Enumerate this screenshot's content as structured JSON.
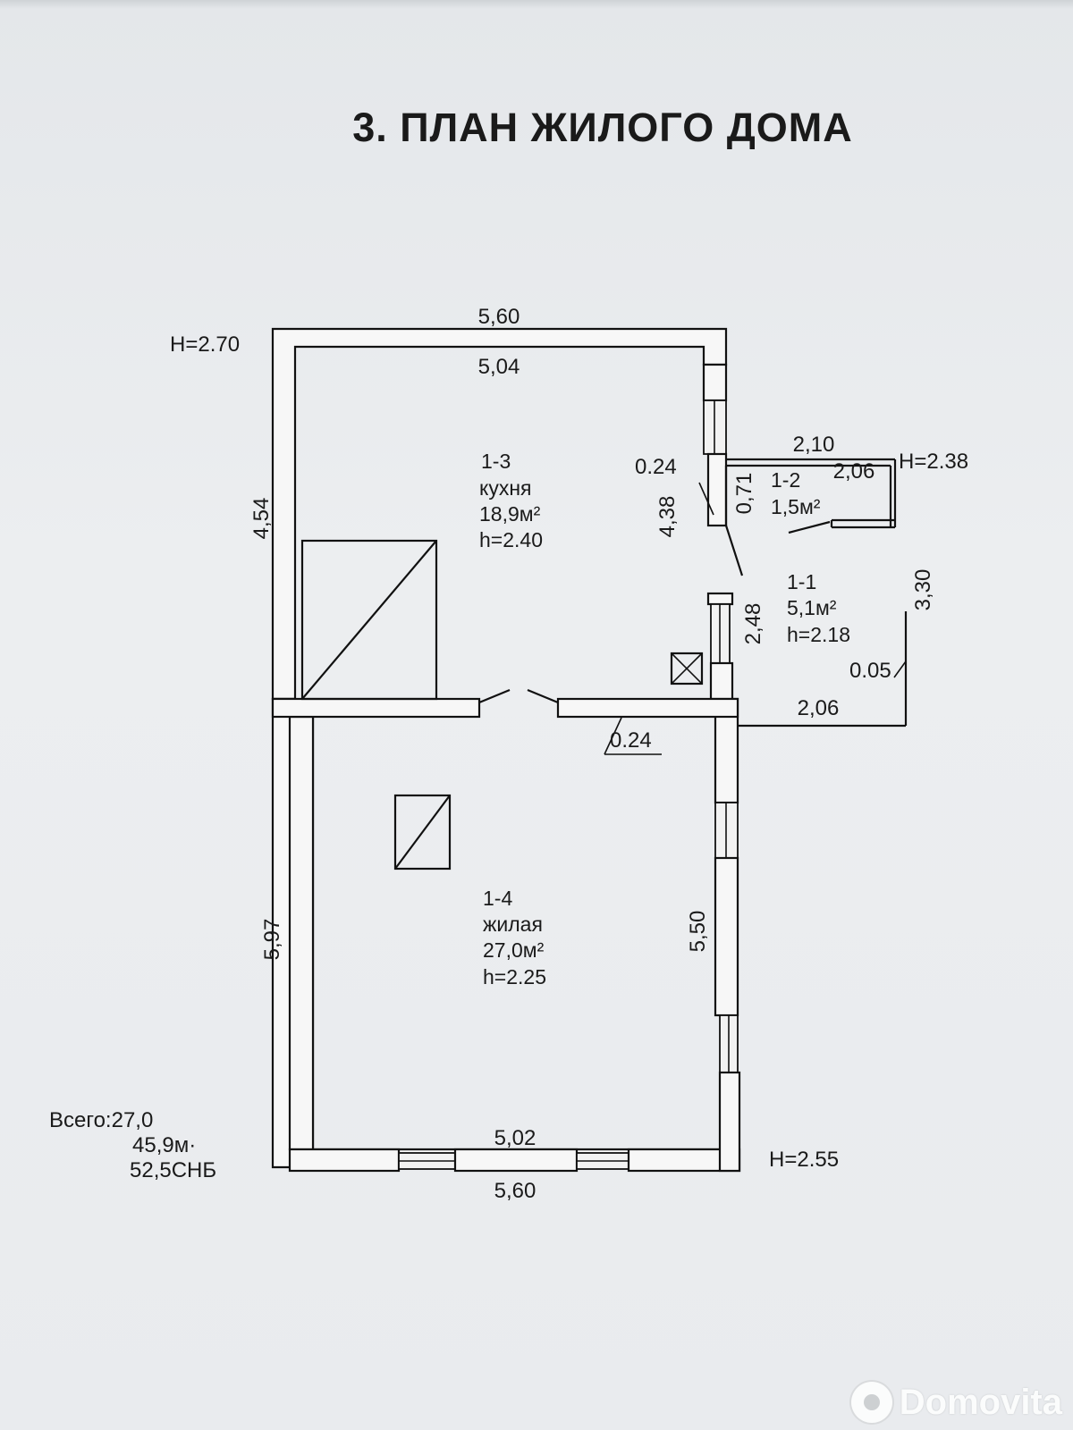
{
  "title": "3. ПЛАН ЖИЛОГО ДОМА",
  "heights": {
    "main_top": "H=2.70",
    "annex": "H=2.38",
    "main_bottom": "H=2.55"
  },
  "dimensions": {
    "top_outer": "5,60",
    "top_inner": "5,04",
    "left_upper": "4,54",
    "left_lower": "5,97",
    "kitchen_right": "4,38",
    "kitchen_wall": "0.24",
    "annex_top": "2,10",
    "annex_inner": "2,06",
    "annex_door": "0,71",
    "annex_right": "3,30",
    "hall_height": "2,48",
    "hall_gap": "0.05",
    "hall_bottom": "2,06",
    "partition": "0.24",
    "living_right": "5,50",
    "bottom_inner": "5,02",
    "bottom_outer": "5,60"
  },
  "rooms": [
    {
      "id": "1-3",
      "name": "кухня",
      "area": "18,9м²",
      "height": "h=2.40"
    },
    {
      "id": "1-2",
      "name": "",
      "area": "1,5м²",
      "height": ""
    },
    {
      "id": "1-1",
      "name": "",
      "area": "5,1м²",
      "height": "h=2.18"
    },
    {
      "id": "1-4",
      "name": "жилая",
      "area": "27,0м²",
      "height": "h=2.25"
    }
  ],
  "totals": {
    "line1": "Всего:27,0",
    "line2": "45,9м·",
    "line3": "52,5СНБ"
  },
  "watermark": "Domovita",
  "colors": {
    "ink": "#111111",
    "paper": "#e8ebed"
  }
}
